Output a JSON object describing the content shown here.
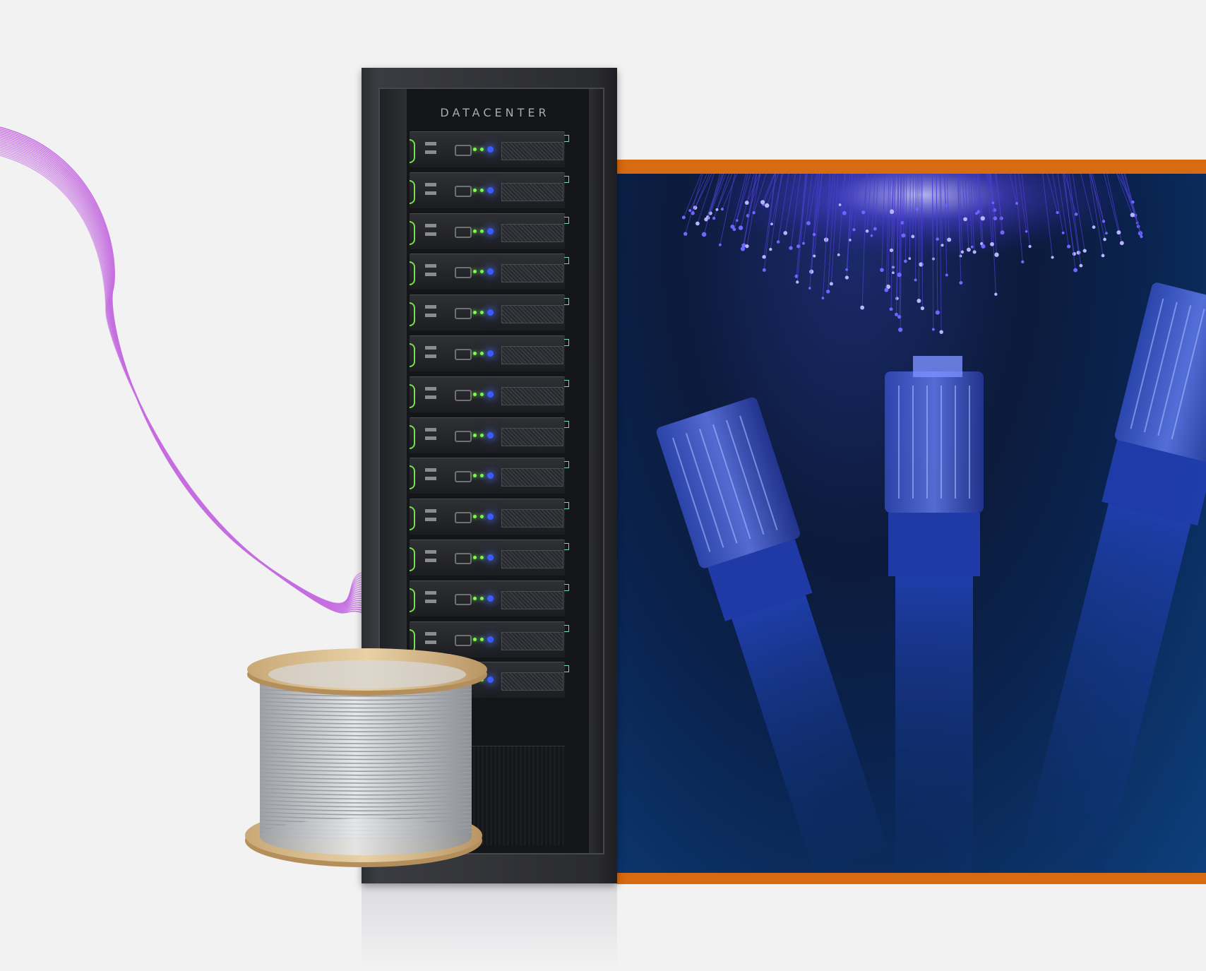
{
  "rack": {
    "label": "DATACENTER",
    "server_count": 14
  },
  "colors": {
    "background": "#f2f2f3",
    "panel_border": "#d86a12",
    "wave_lines": "#c56ee0",
    "rack_body": "#2c2d31",
    "led_green": "#7dff4c",
    "led_blue": "#3a5bff"
  },
  "elements": {
    "waves": "decorative-purple-wave-lines",
    "rack": "server-rack-illustration",
    "spool": "cable-spool-image",
    "photo": "fiber-optic-and-ethernet-connectors-photo"
  }
}
